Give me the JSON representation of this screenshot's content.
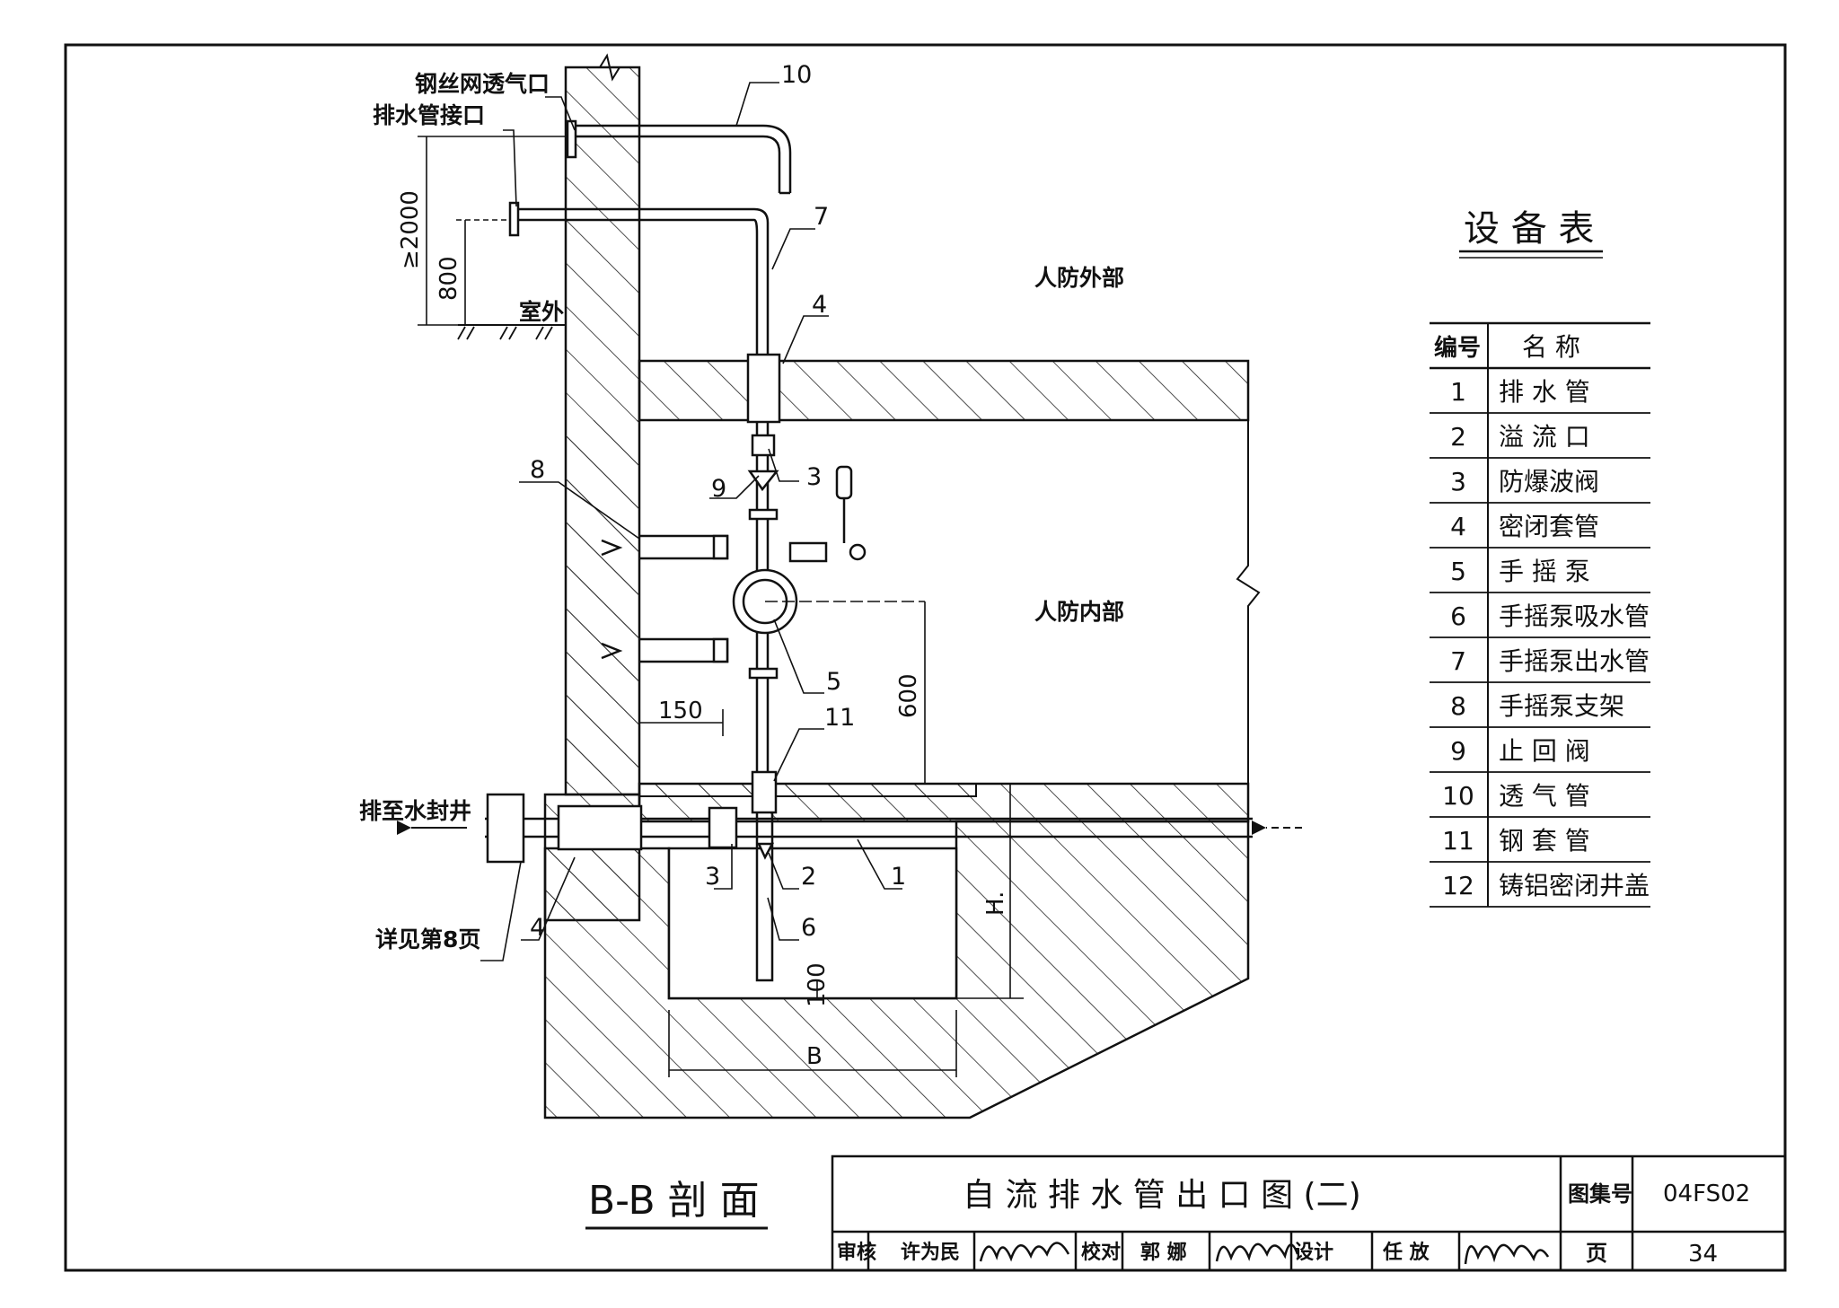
{
  "section_title": "B-B 剖 面",
  "drawing_title": "自 流 排 水 管 出 口 图 (二)",
  "atlas_label": "图集号",
  "atlas_code": "04FS02",
  "page_label": "页",
  "page_number": "34",
  "signatures": {
    "review_label": "审核",
    "review_name": "许为民",
    "check_label": "校对",
    "check_name": "郭 娜",
    "design_label": "设计",
    "design_name": "任 放"
  },
  "equipment_table": {
    "title": "设 备 表",
    "headers": [
      "编号",
      "名    称"
    ],
    "rows": [
      {
        "no": "1",
        "name": "排 水 管"
      },
      {
        "no": "2",
        "name": "溢 流 口"
      },
      {
        "no": "3",
        "name": "防爆波阀"
      },
      {
        "no": "4",
        "name": "密闭套管"
      },
      {
        "no": "5",
        "name": "手 摇 泵"
      },
      {
        "no": "6",
        "name": "手摇泵吸水管"
      },
      {
        "no": "7",
        "name": "手摇泵出水管"
      },
      {
        "no": "8",
        "name": "手摇泵支架"
      },
      {
        "no": "9",
        "name": "止 回 阀"
      },
      {
        "no": "10",
        "name": "透 气 管"
      },
      {
        "no": "11",
        "name": "钢 套 管"
      },
      {
        "no": "12",
        "name": "铸铝密闭井盖"
      }
    ]
  },
  "labels": {
    "wire_mesh_vent": "钢丝网透气口",
    "drain_interface": "排水管接口",
    "outdoor": "室外",
    "outside_shelter": "人防外部",
    "inside_shelter": "人防内部",
    "to_water_seal_well": "排至水封井",
    "see_page": "详见第8页"
  },
  "dimensions": {
    "d2000": "≥2000",
    "d800": "800",
    "d150": "150",
    "d600": "600",
    "d100": "100",
    "dB": "B",
    "dH": "H."
  },
  "callouts": {
    "c1": "1",
    "c2": "2",
    "c3a": "3",
    "c3b": "3",
    "c4a": "4",
    "c4b": "4",
    "c5": "5",
    "c6": "6",
    "c7": "7",
    "c8": "8",
    "c9": "9",
    "c10": "10",
    "c11": "11"
  }
}
